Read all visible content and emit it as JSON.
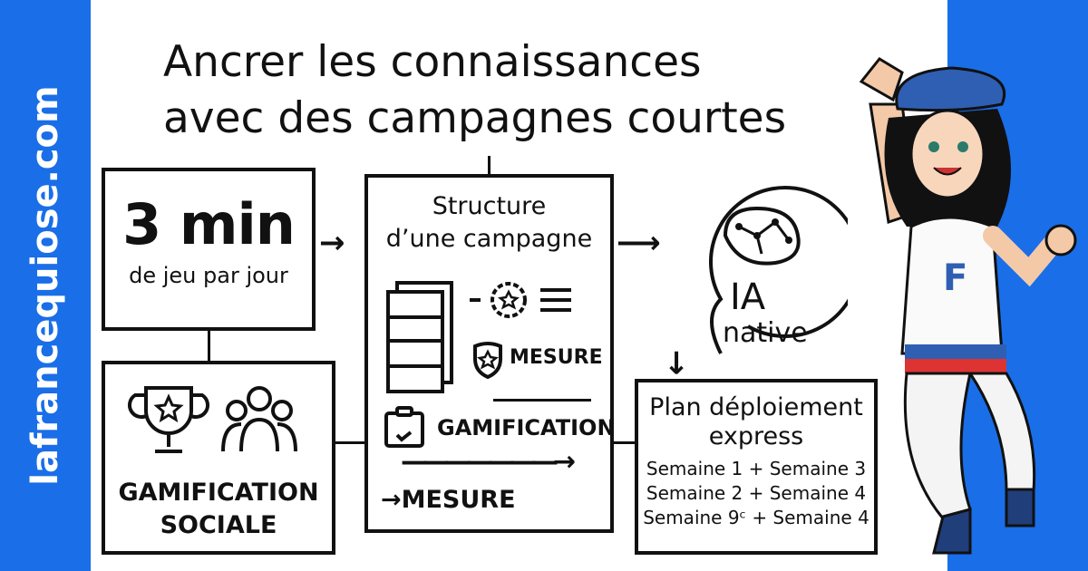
{
  "brand": "lafrancequiose.com",
  "title": [
    "Ancrer les connaissances",
    "avec des campagnes courtes"
  ],
  "box_time": {
    "value": "3 min",
    "caption": "de jeu par jour"
  },
  "box_social": {
    "label": [
      "GAMIFICATION",
      "SOCIALE"
    ]
  },
  "box_structure": {
    "title": [
      "Structure",
      "d’une campagne"
    ],
    "mesure_1": "MESURE",
    "gamification": "GAMIFICATION",
    "mesure_2": "MESURE"
  },
  "ia": {
    "label": "IA",
    "sublabel": "native"
  },
  "plan": {
    "title": [
      "Plan déploiement",
      "express"
    ],
    "rows": [
      "Semaine 1 + Semaine 3",
      "Semaine 2 + Semaine 4",
      "Semaine 9ᶜ + Semaine 4"
    ]
  },
  "colors": {
    "brand_blue": "#1a6ee8",
    "ink": "#111111"
  }
}
